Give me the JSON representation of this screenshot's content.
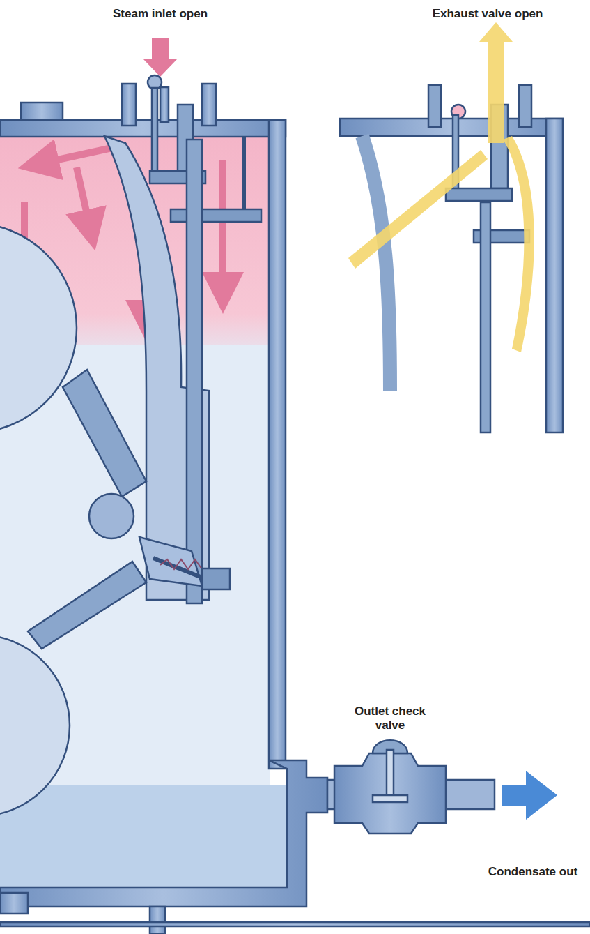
{
  "diagram": {
    "labels": [
      "Steam inlet open",
      "Exhaust valve open",
      "Outlet check valve",
      "Condensate out"
    ]
  }
}
